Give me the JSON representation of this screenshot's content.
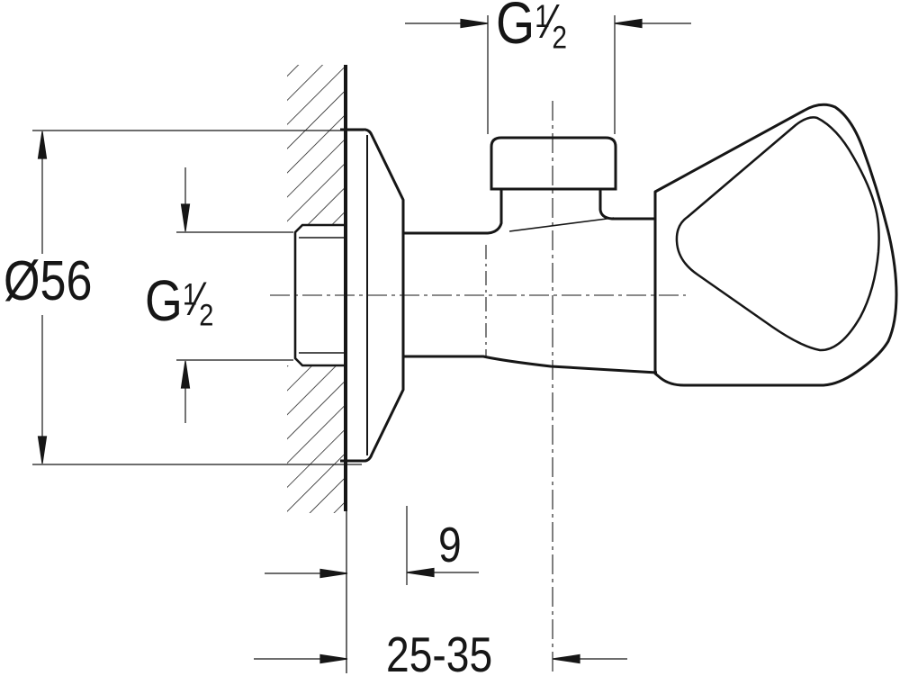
{
  "page": {
    "background": "#ffffff",
    "ink": "#161616",
    "drawing_type": "technical dimension drawing, angle valve side view"
  },
  "labels": {
    "outlet_thread": {
      "prefix": "G",
      "numerator": "1",
      "slash": "⁄",
      "denominator": "2"
    },
    "inlet_thread": {
      "prefix": "G",
      "numerator": "1",
      "slash": "⁄",
      "denominator": "2"
    },
    "flange_diameter": {
      "symbol": "Ø",
      "value": "56"
    },
    "flange_depth": {
      "value": "9"
    },
    "wall_to_outlet_range": {
      "value": "25-35"
    }
  }
}
